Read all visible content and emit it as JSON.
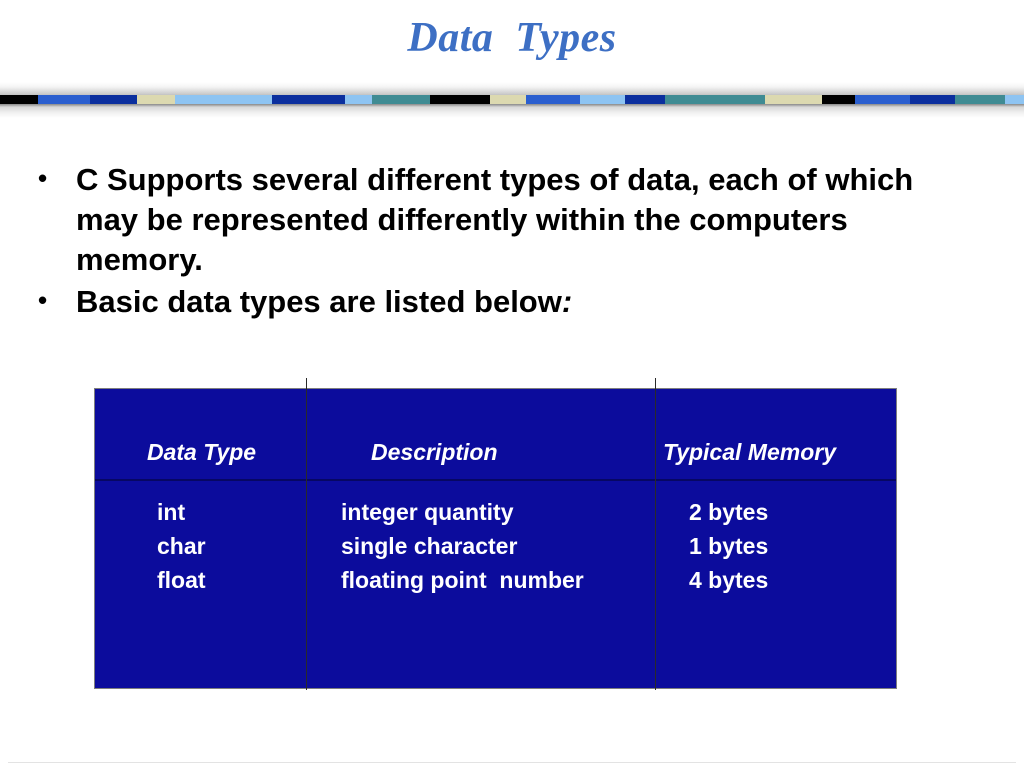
{
  "slide": {
    "title": "Data  Types"
  },
  "divider": {
    "segments": [
      {
        "color": "#000000",
        "width": 38
      },
      {
        "color": "#2b5fcf",
        "width": 52
      },
      {
        "color": "#0b2f9e",
        "width": 47
      },
      {
        "color": "#dcd9b0",
        "width": 38
      },
      {
        "color": "#8ec4f2",
        "width": 97
      },
      {
        "color": "#0b2f9e",
        "width": 73
      },
      {
        "color": "#8ec4f2",
        "width": 27
      },
      {
        "color": "#3f8b93",
        "width": 58
      },
      {
        "color": "#000000",
        "width": 60
      },
      {
        "color": "#dcd9b0",
        "width": 36
      },
      {
        "color": "#2b5fcf",
        "width": 54
      },
      {
        "color": "#8ec4f2",
        "width": 45
      },
      {
        "color": "#0b2f9e",
        "width": 40
      },
      {
        "color": "#3f8b93",
        "width": 100
      },
      {
        "color": "#dcd9b0",
        "width": 57
      },
      {
        "color": "#000000",
        "width": 33
      },
      {
        "color": "#2b5fcf",
        "width": 55
      },
      {
        "color": "#0b2f9e",
        "width": 45
      },
      {
        "color": "#3f8b93",
        "width": 50
      },
      {
        "color": "#8ec4f2",
        "width": 19
      }
    ]
  },
  "bullets": {
    "marker": "•",
    "items": [
      {
        "text": "C Supports several different types of data, each of which may be represented differently within the computers memory.",
        "italic_suffix": ""
      },
      {
        "text": "Basic data types are listed below",
        "italic_suffix": ":"
      }
    ]
  },
  "table": {
    "headers": [
      "Data Type",
      "Description",
      "Typical Memory"
    ],
    "rows": [
      {
        "type": "int",
        "description": "integer quantity",
        "memory": "2 bytes"
      },
      {
        "type": "char",
        "description": "single character",
        "memory": "1 bytes"
      },
      {
        "type": "float",
        "description": "floating point  number",
        "memory": "4 bytes"
      }
    ],
    "colors": {
      "fill": "#0c0c9c",
      "text": "#ffffff",
      "divider": "#2a2a2a",
      "border": "#7e7e7e"
    }
  },
  "theme": {
    "title_color": "#3d6fc4",
    "body_text_color": "#000000",
    "background": "#ffffff"
  }
}
